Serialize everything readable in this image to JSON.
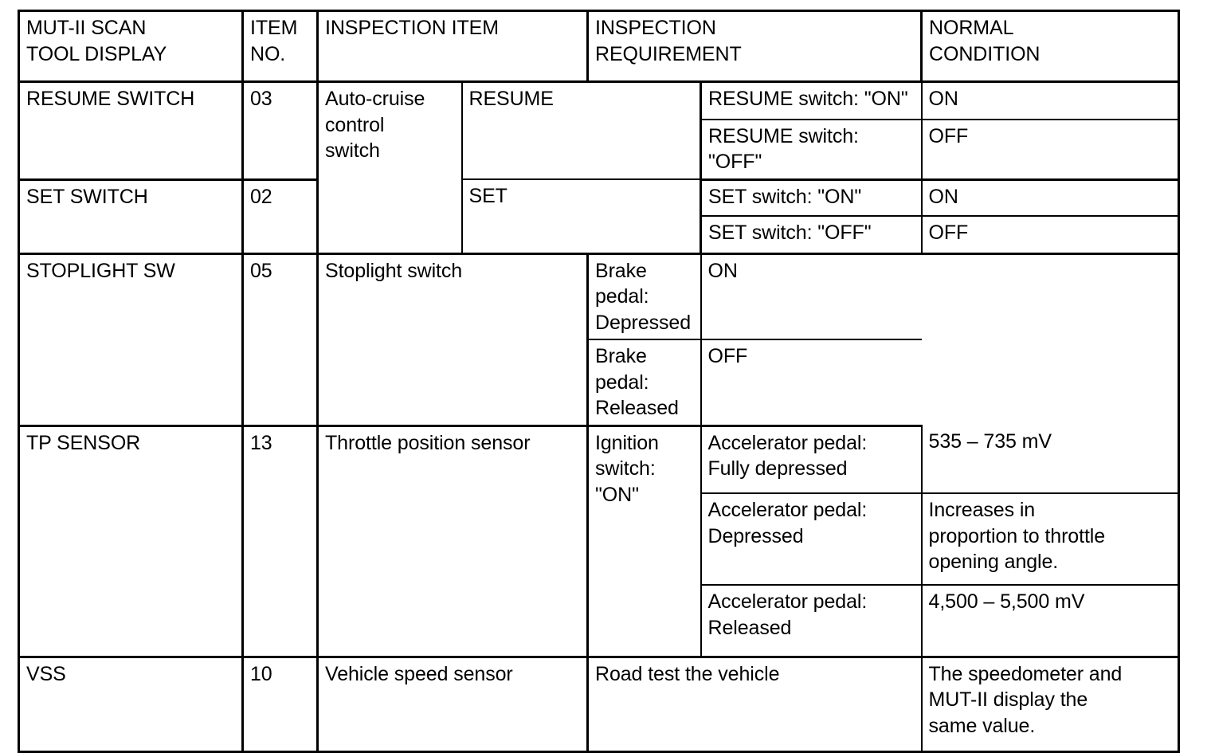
{
  "table": {
    "columns": [
      {
        "id": "scan-tool-display",
        "header": "MUT-II SCAN\nTOOL DISPLAY"
      },
      {
        "id": "item-no",
        "header": "ITEM\nNO."
      },
      {
        "id": "inspection-item",
        "header": "INSPECTION ITEM"
      },
      {
        "id": "inspection-requirement",
        "header": "INSPECTION\nREQUIREMENT"
      },
      {
        "id": "normal-condition",
        "header": "NORMAL\nCONDITION"
      }
    ],
    "rows": {
      "resume_switch": {
        "display": "RESUME SWITCH",
        "item_no": "03",
        "inspection_item": "Auto-cruise\ncontrol\nswitch",
        "sub_item": "RESUME",
        "requirements": [
          {
            "requirement": "RESUME switch: \"ON\"",
            "normal": "ON"
          },
          {
            "requirement": "RESUME switch: \"OFF\"",
            "normal": "OFF"
          }
        ]
      },
      "set_switch": {
        "display": "SET SWITCH",
        "item_no": "02",
        "sub_item": "SET",
        "requirements": [
          {
            "requirement": "SET switch: \"ON\"",
            "normal": "ON"
          },
          {
            "requirement": "SET switch: \"OFF\"",
            "normal": "OFF"
          }
        ]
      },
      "stoplight_sw": {
        "display": "STOPLIGHT SW",
        "item_no": "05",
        "inspection_item": "Stoplight switch",
        "requirements": [
          {
            "requirement": "Brake pedal: Depressed",
            "normal": "ON"
          },
          {
            "requirement": "Brake pedal: Released",
            "normal": "OFF"
          }
        ]
      },
      "tp_sensor": {
        "display": "TP SENSOR",
        "item_no": "13",
        "inspection_item": "Throttle position sensor",
        "condition": "Ignition\nswitch:\n\"ON\"",
        "requirements": [
          {
            "requirement": "Accelerator pedal:\nFully depressed",
            "normal": "535 – 735 mV"
          },
          {
            "requirement": "Accelerator pedal:\nDepressed",
            "normal": "Increases in\nproportion to throttle\nopening angle."
          },
          {
            "requirement": "Accelerator pedal:\nReleased",
            "normal": "4,500 – 5,500 mV"
          }
        ]
      },
      "vss": {
        "display": "VSS",
        "item_no": "10",
        "inspection_item": "Vehicle speed sensor",
        "requirements": [
          {
            "requirement": "Road test the vehicle",
            "normal": "The speedometer and\nMUT-II display the\nsame value."
          }
        ]
      }
    }
  }
}
